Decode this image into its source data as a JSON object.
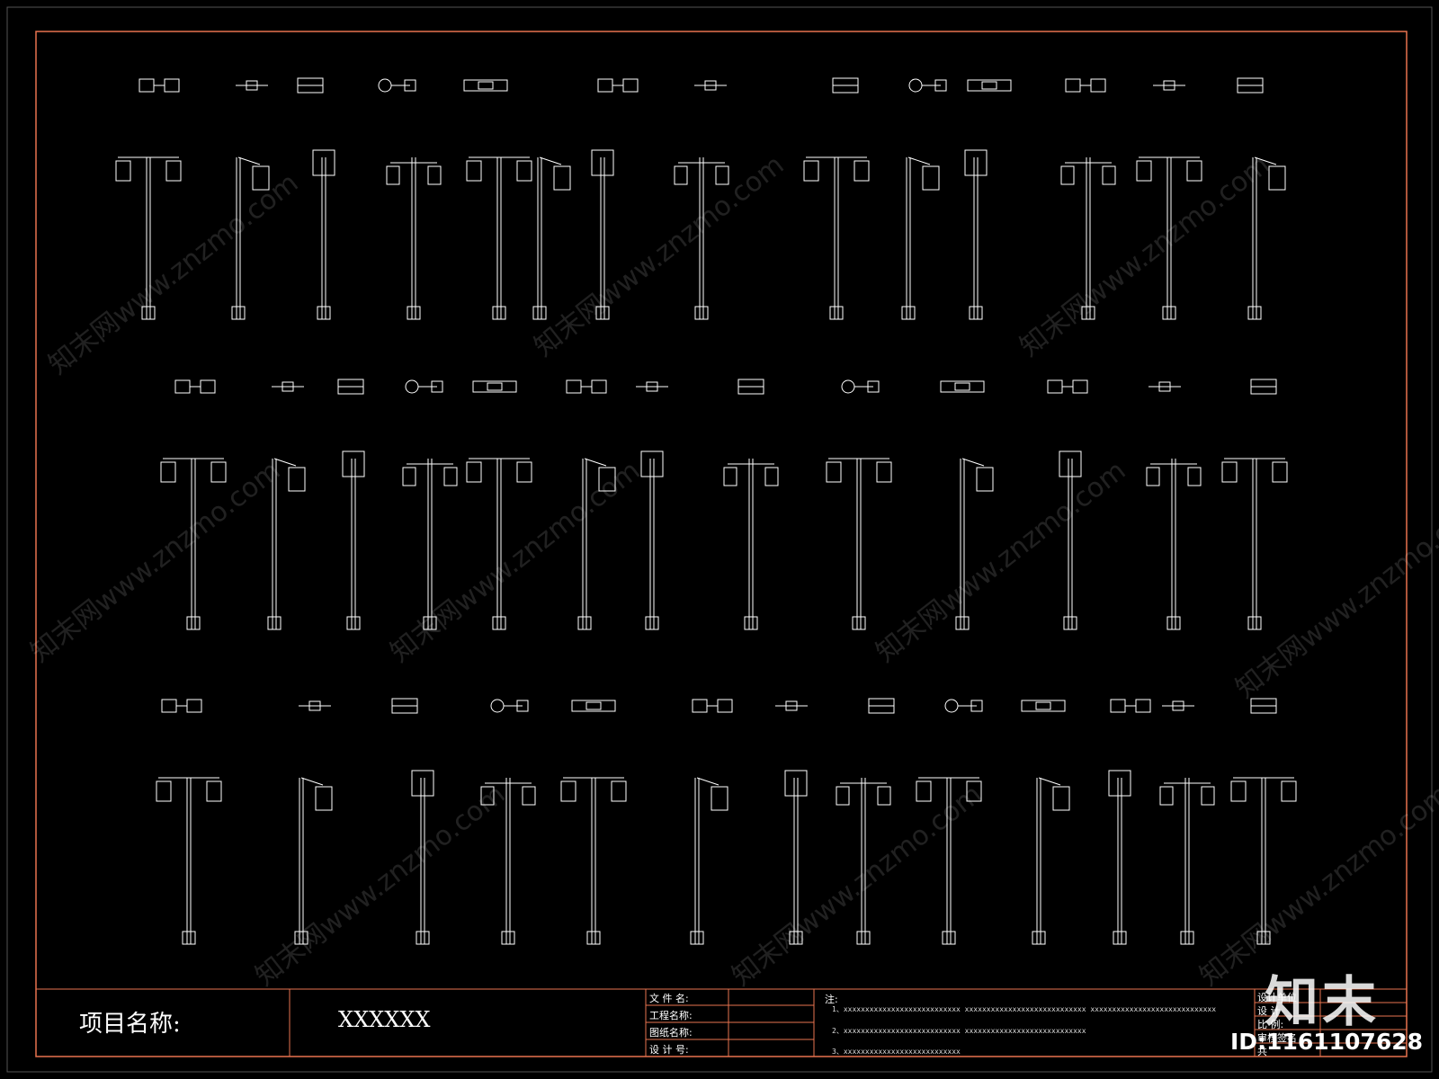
{
  "title_block": {
    "project_label": "项目名称:",
    "project_value": "XXXXXX",
    "fields": [
      "文 件 名:",
      "工程名称:",
      "图纸名称:",
      "设 计 号:"
    ],
    "note_label": "注:",
    "notes": [
      "1、xxxxxxxxxxxxxxxxxxxxxxxxxxx    xxxxxxxxxxxxxxxxxxxxxxxxxxxx    xxxxxxxxxxxxxxxxxxxxxxxxxxxxx",
      "2、xxxxxxxxxxxxxxxxxxxxxxxxxxx    xxxxxxxxxxxxxxxxxxxxxxxxxxxx",
      "3、xxxxxxxxxxxxxxxxxxxxxxxxxxx"
    ],
    "right_fields": [
      "设计单位",
      "设 计",
      "比 例:",
      "审核签名",
      "共"
    ]
  },
  "branding": {
    "logo": "知末",
    "id": "ID:1161107628",
    "watermark": "知末网www.znzmo.com"
  },
  "colors": {
    "background": "#000000",
    "border": "#e8734f",
    "lines": "#ffffff"
  }
}
